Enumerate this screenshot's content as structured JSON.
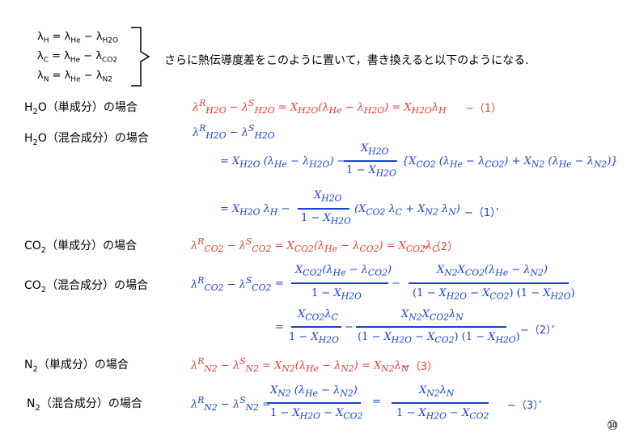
{
  "defs": [
    "λH = λHe − λH2O",
    "λC = λHe − λCO2",
    "λN = λHe − λN2"
  ],
  "intro": "さらに熱伝導度差をこのように置いて，書き換えると以下のようになる.",
  "cases": {
    "h2o_single": "H2O（単成分）の場合",
    "h2o_mixed": "H2O（混合成分）の場合",
    "co2_single": "CO2（単成分）の場合",
    "co2_mixed": "CO2（混合成分）の場合",
    "n2_single": "N2（単成分）の場合",
    "n2_mixed": "N2（混合成分）の場合"
  },
  "eq_labels": {
    "e1": "−（1）",
    "e1p": "−（1）’",
    "e2": "−（2）",
    "e2p": "−（2）’",
    "e3": "−（3）",
    "e3p": "−（3）’"
  },
  "page_number": "⑩",
  "colors": {
    "red": "#e53935",
    "blue": "#1a3fd6"
  }
}
